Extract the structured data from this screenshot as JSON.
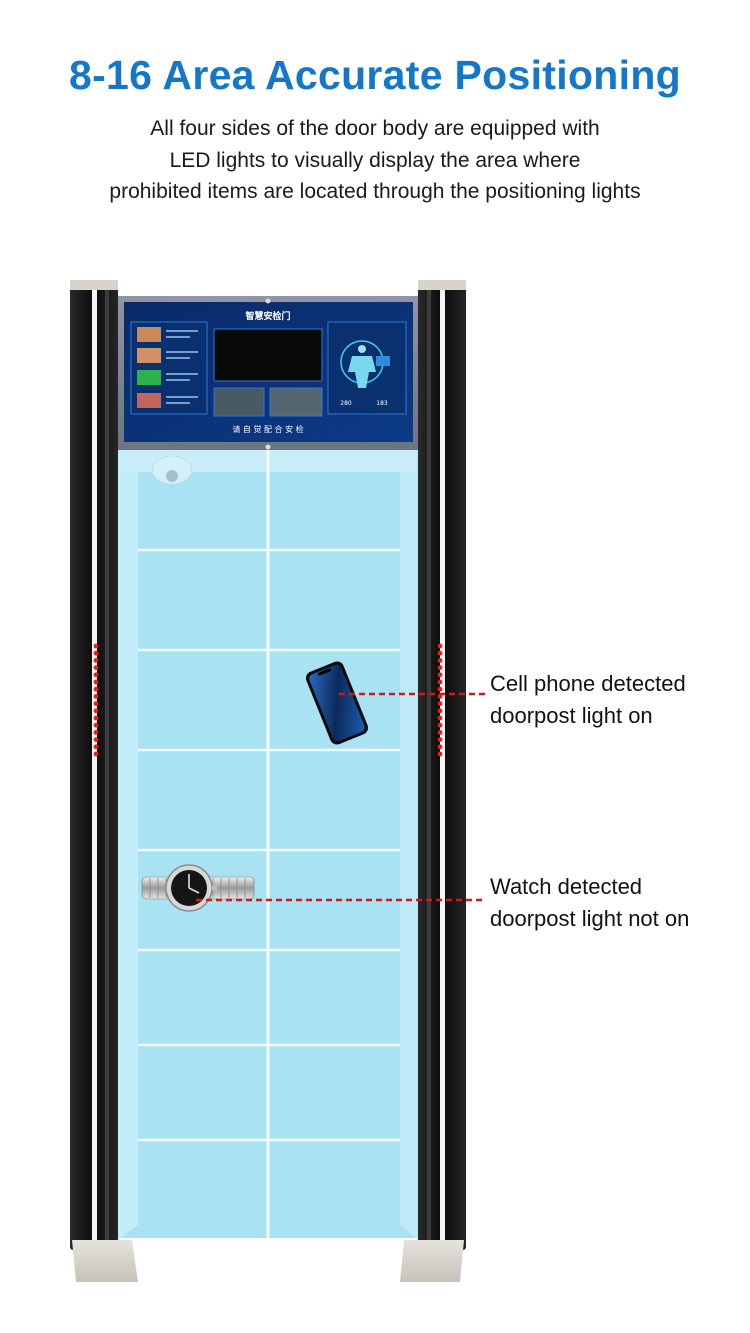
{
  "header": {
    "title": "8-16 Area Accurate Positioning",
    "subtitle_lines": [
      "All four sides of the door body are equipped with",
      "LED lights to visually display the area where",
      "prohibited items are located through the positioning lights"
    ]
  },
  "screen": {
    "title": "智慧安检门",
    "prompt": "请 自 觉 配 合 安 检",
    "left_stat": "280",
    "right_stat": "183"
  },
  "callouts": {
    "phone": {
      "line1": "Cell phone detected",
      "line2": "doorpost light on",
      "light_state": "on"
    },
    "watch": {
      "line1": "Watch detected",
      "line2": "doorpost light not on",
      "light_state": "off"
    }
  },
  "colors": {
    "title": "#1577c9",
    "glass": "#a9e3f3",
    "led": "#e8201f",
    "pillar": "#141414"
  }
}
